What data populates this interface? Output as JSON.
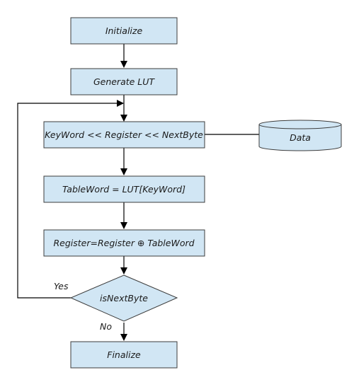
{
  "nodes": {
    "initialize": "Initialize",
    "generate_lut": "Generate LUT",
    "keyword": "KeyWord << Register << NextByte",
    "data": "Data",
    "tableword": "TableWord = LUT[KeyWord]",
    "register": "Register=Register ⊕ TableWord",
    "decision": "isNextByte",
    "finalize": "Finalize"
  },
  "edges": {
    "yes": "Yes",
    "no": "No"
  },
  "colors": {
    "fill": "#d1e6f4",
    "stroke": "#3c3c3c",
    "line": "#000000"
  }
}
